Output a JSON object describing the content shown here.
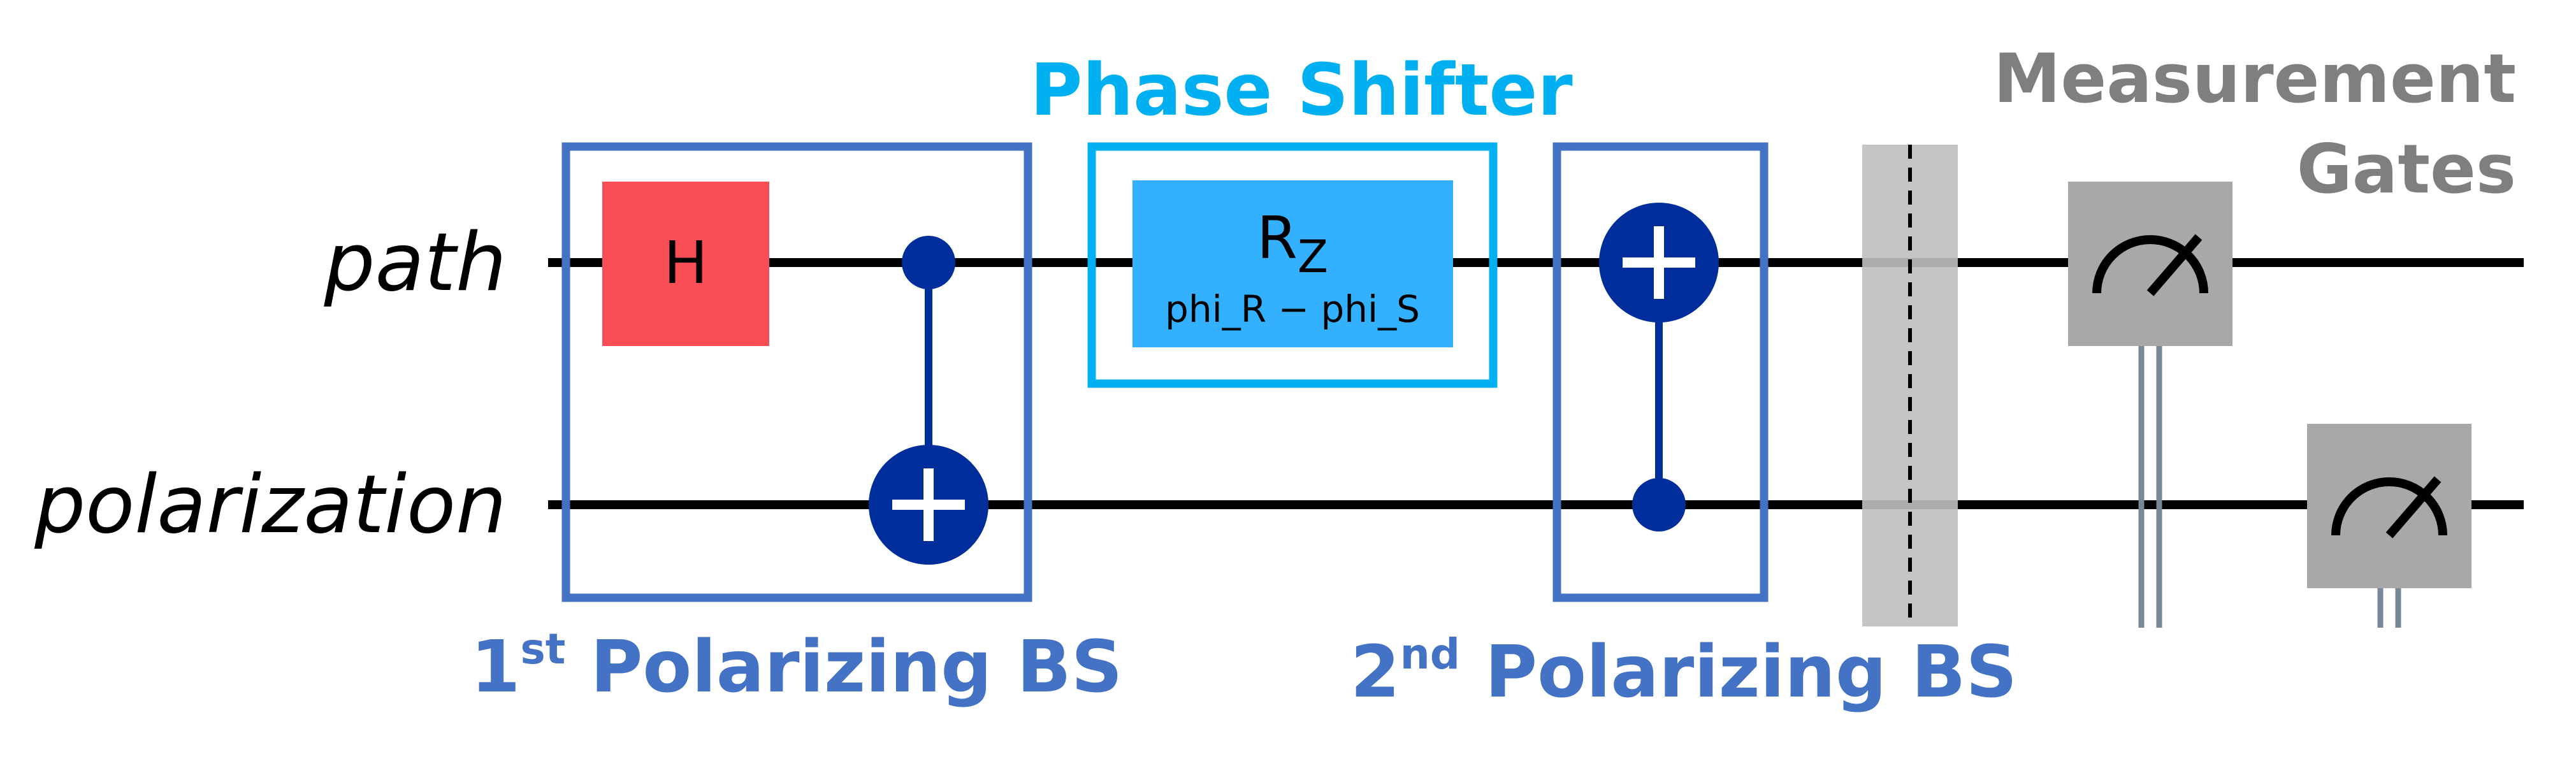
{
  "qubits": [
    {
      "id": "q0",
      "label": "path"
    },
    {
      "id": "q1",
      "label": "polarization"
    }
  ],
  "gates": {
    "hadamard": {
      "label": "H",
      "color": "#fa4d56"
    },
    "rz": {
      "label": "R",
      "subscript": "Z",
      "param": "phi_R − phi_S",
      "color": "#33b1ff"
    },
    "measure_color": "#a8a8a8"
  },
  "annotations": {
    "bs1": {
      "prefix": "1",
      "sup": "st",
      "text": " Polarizing BS",
      "color": "#4472c4"
    },
    "bs2": {
      "prefix": "2",
      "sup": "nd",
      "text": " Polarizing BS",
      "color": "#4472c4"
    },
    "phase_shifter": {
      "text": "Phase Shifter",
      "color": "#00b0f0"
    },
    "measurement": {
      "line1": "Measurement",
      "line2": "Gates",
      "color": "#7f7f7f"
    }
  },
  "colors": {
    "control": "#002d9c",
    "wire": "#000000",
    "barrier": "#bfbfbf"
  }
}
